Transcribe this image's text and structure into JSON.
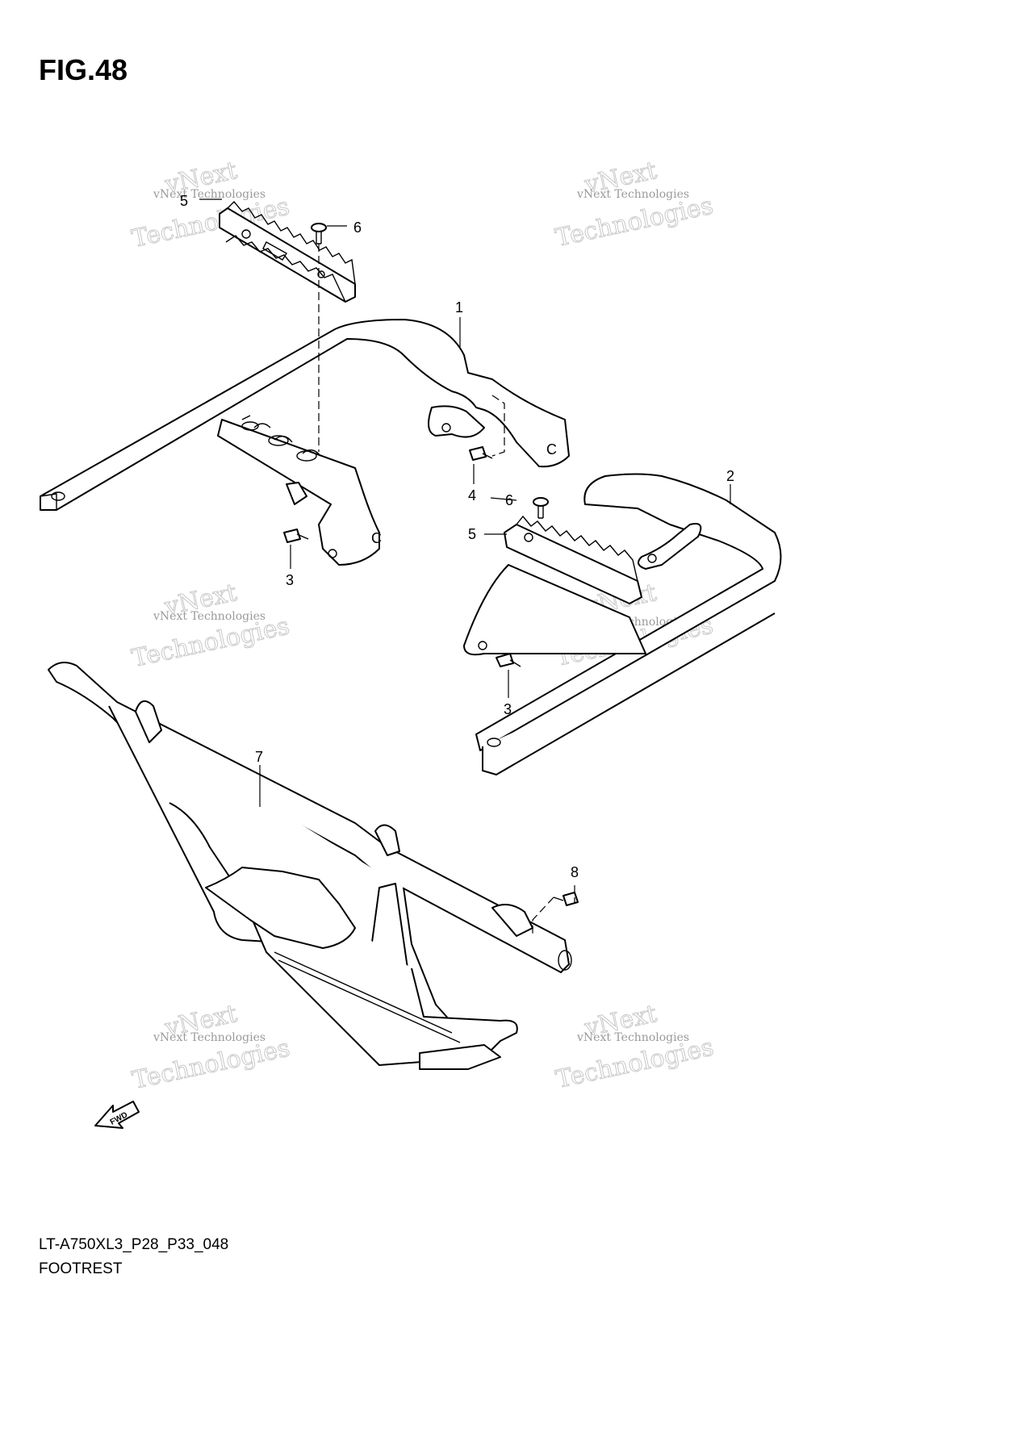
{
  "figure": {
    "title": "FIG.48",
    "code": "LT-A750XL3_P28_P33_048",
    "caption": "FOOTREST"
  },
  "callouts": [
    "1",
    "2",
    "3",
    "3",
    "4",
    "5",
    "5",
    "6",
    "6",
    "7",
    "8"
  ],
  "direction_marker": "FWD",
  "watermark": {
    "line1": "vNext Technologies",
    "line2": "vNext",
    "line3": "Technologies"
  },
  "colors": {
    "ink": "#000000",
    "watermark": "#b0b0b0",
    "background": "#ffffff"
  }
}
